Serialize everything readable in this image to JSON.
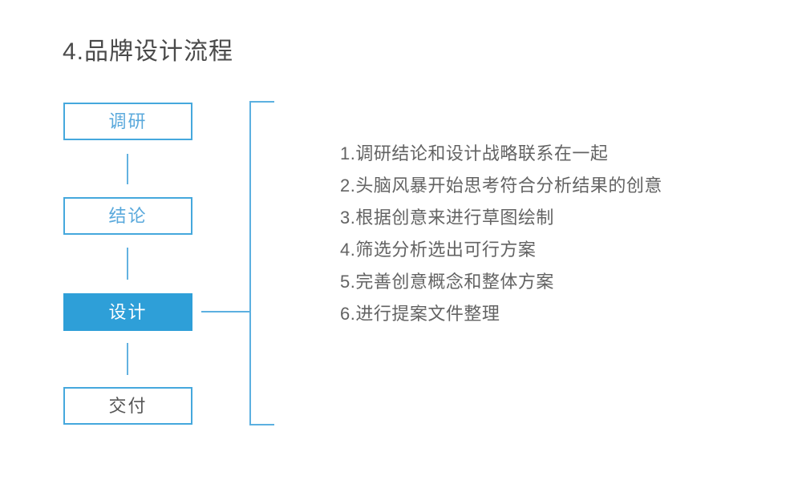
{
  "slide": {
    "title": "4.品牌设计流程",
    "background_color": "#ffffff",
    "accent_color": "#2e9fd8",
    "outline_color": "#45a8dd",
    "title_color": "#4a4a4a",
    "body_text_color": "#636363"
  },
  "flow": {
    "steps": [
      {
        "id": "research",
        "label": "调研",
        "state": "outline",
        "text_color": "#5aa9dc"
      },
      {
        "id": "conclusion",
        "label": "结论",
        "state": "outline",
        "text_color": "#5aa9dc"
      },
      {
        "id": "design",
        "label": "设计",
        "state": "active",
        "text_color": "#ffffff"
      },
      {
        "id": "delivery",
        "label": "交付",
        "state": "outline",
        "text_color": "#565656"
      }
    ]
  },
  "detail": {
    "linked_step": "设计",
    "items": [
      "1.调研结论和设计战略联系在一起",
      "2.头脑风暴开始思考符合分析结果的创意",
      "3.根据创意来进行草图绘制",
      "4.筛选分析选出可行方案",
      "5.完善创意概念和整体方案",
      "6.进行提案文件整理"
    ]
  }
}
